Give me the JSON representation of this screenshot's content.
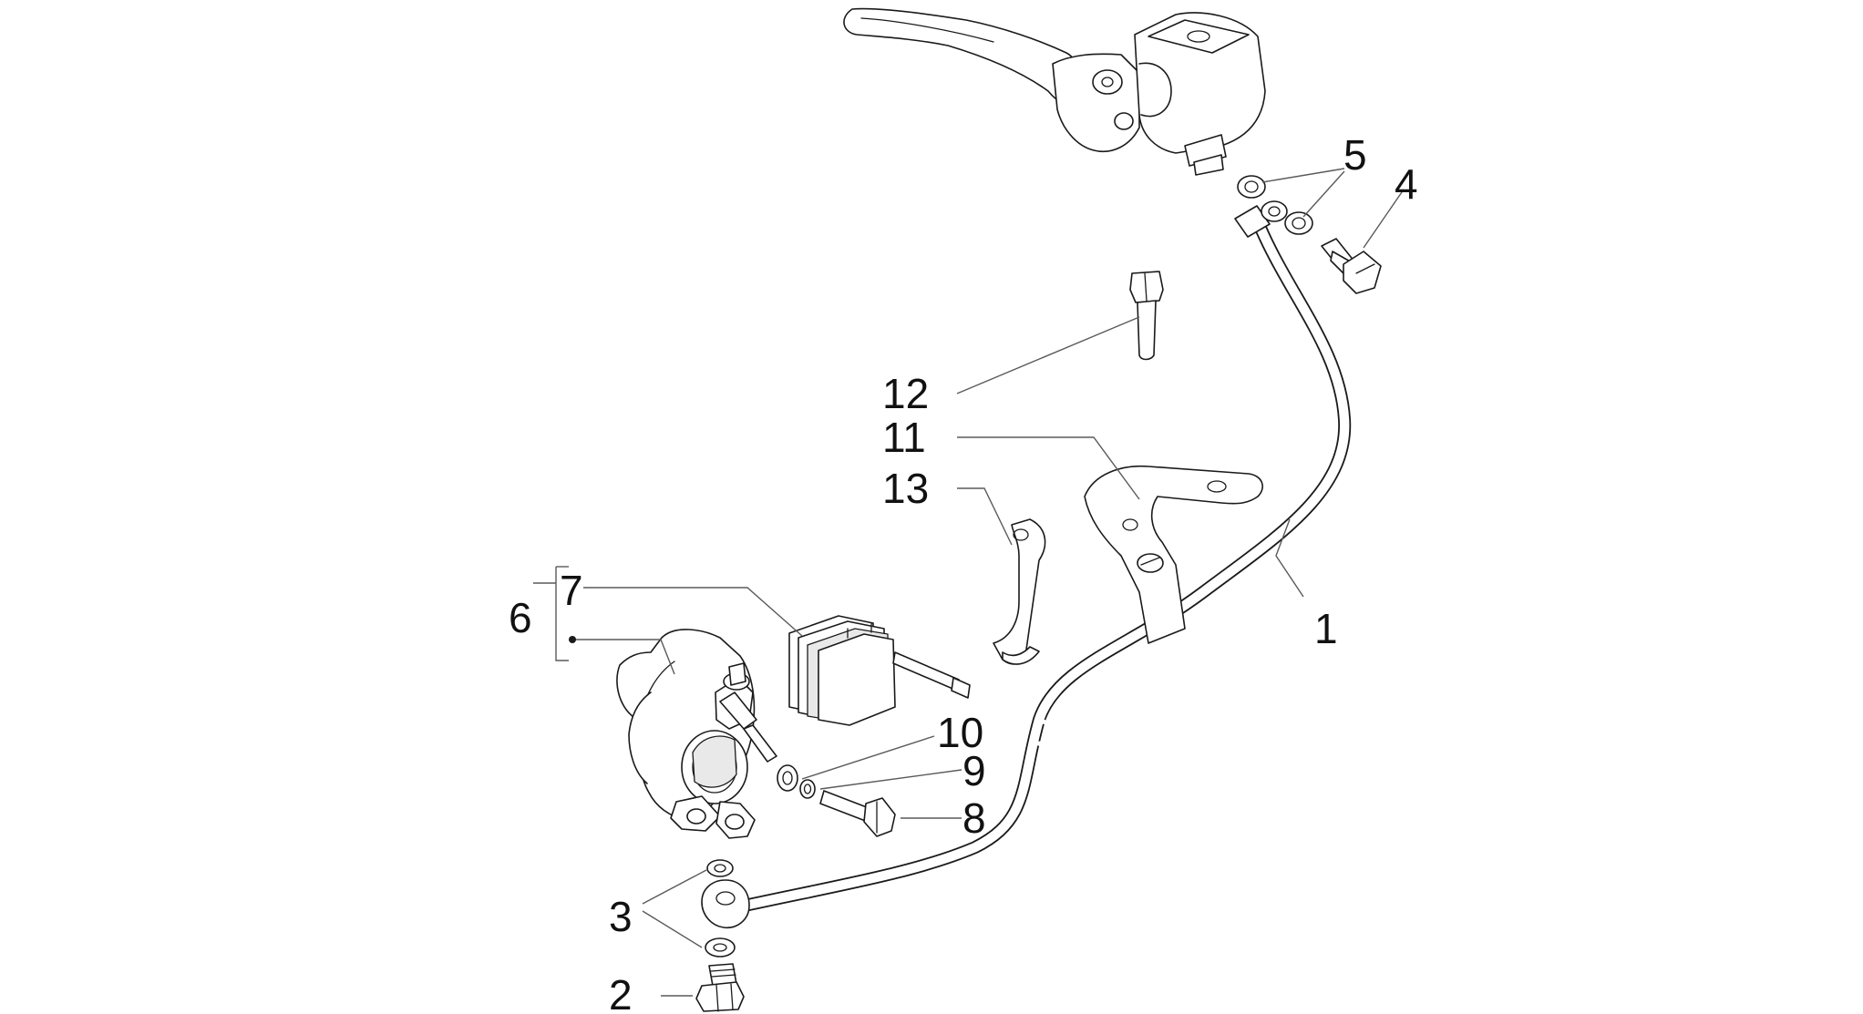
{
  "callouts": {
    "c1": "1",
    "c2": "2",
    "c3": "3",
    "c4": "4",
    "c5": "5",
    "c6": "6",
    "c7": "7",
    "c8": "8",
    "c9": "9",
    "c10": "10",
    "c11": "11",
    "c12": "12",
    "c13": "13"
  },
  "colors": {
    "line": "#1a1a1a",
    "leader": "#5a5a5a",
    "background": "#ffffff"
  }
}
